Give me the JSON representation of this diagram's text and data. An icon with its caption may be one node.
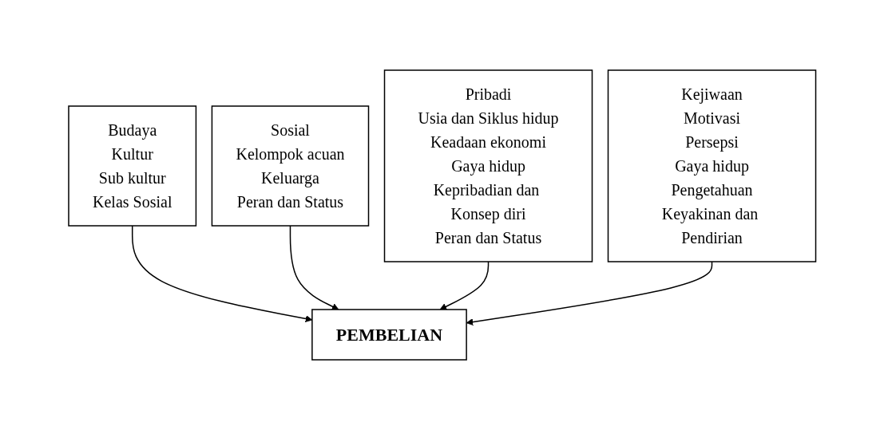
{
  "diagram": {
    "nodes": [
      {
        "text": [
          "Budaya",
          "Kultur",
          "Sub kultur",
          "Kelas Sosial"
        ]
      },
      {
        "text": [
          "Sosial",
          "Kelompok acuan",
          "Keluarga",
          "Peran dan Status"
        ]
      },
      {
        "text": [
          "Pribadi",
          "Usia dan Siklus hidup",
          "Keadaan ekonomi",
          "Gaya hidup",
          "Kepribadian dan Konsep diri",
          "Peran dan Status"
        ]
      },
      {
        "text": [
          "Kejiwaan",
          "Motivasi",
          "Persepsi",
          "Gaya hidup",
          "Pengetahuan",
          "Keyakinan dan Pendirian"
        ]
      },
      {
        "text": [
          "PEMBELIAN"
        ]
      }
    ],
    "edges": [
      {
        "from": 0,
        "to": 4,
        "arrow": "to"
      },
      {
        "from": 1,
        "to": 4,
        "arrow": "to"
      },
      {
        "from": 2,
        "to": 4,
        "arrow": "to"
      },
      {
        "from": 3,
        "to": 4,
        "arrow": "to"
      }
    ]
  }
}
